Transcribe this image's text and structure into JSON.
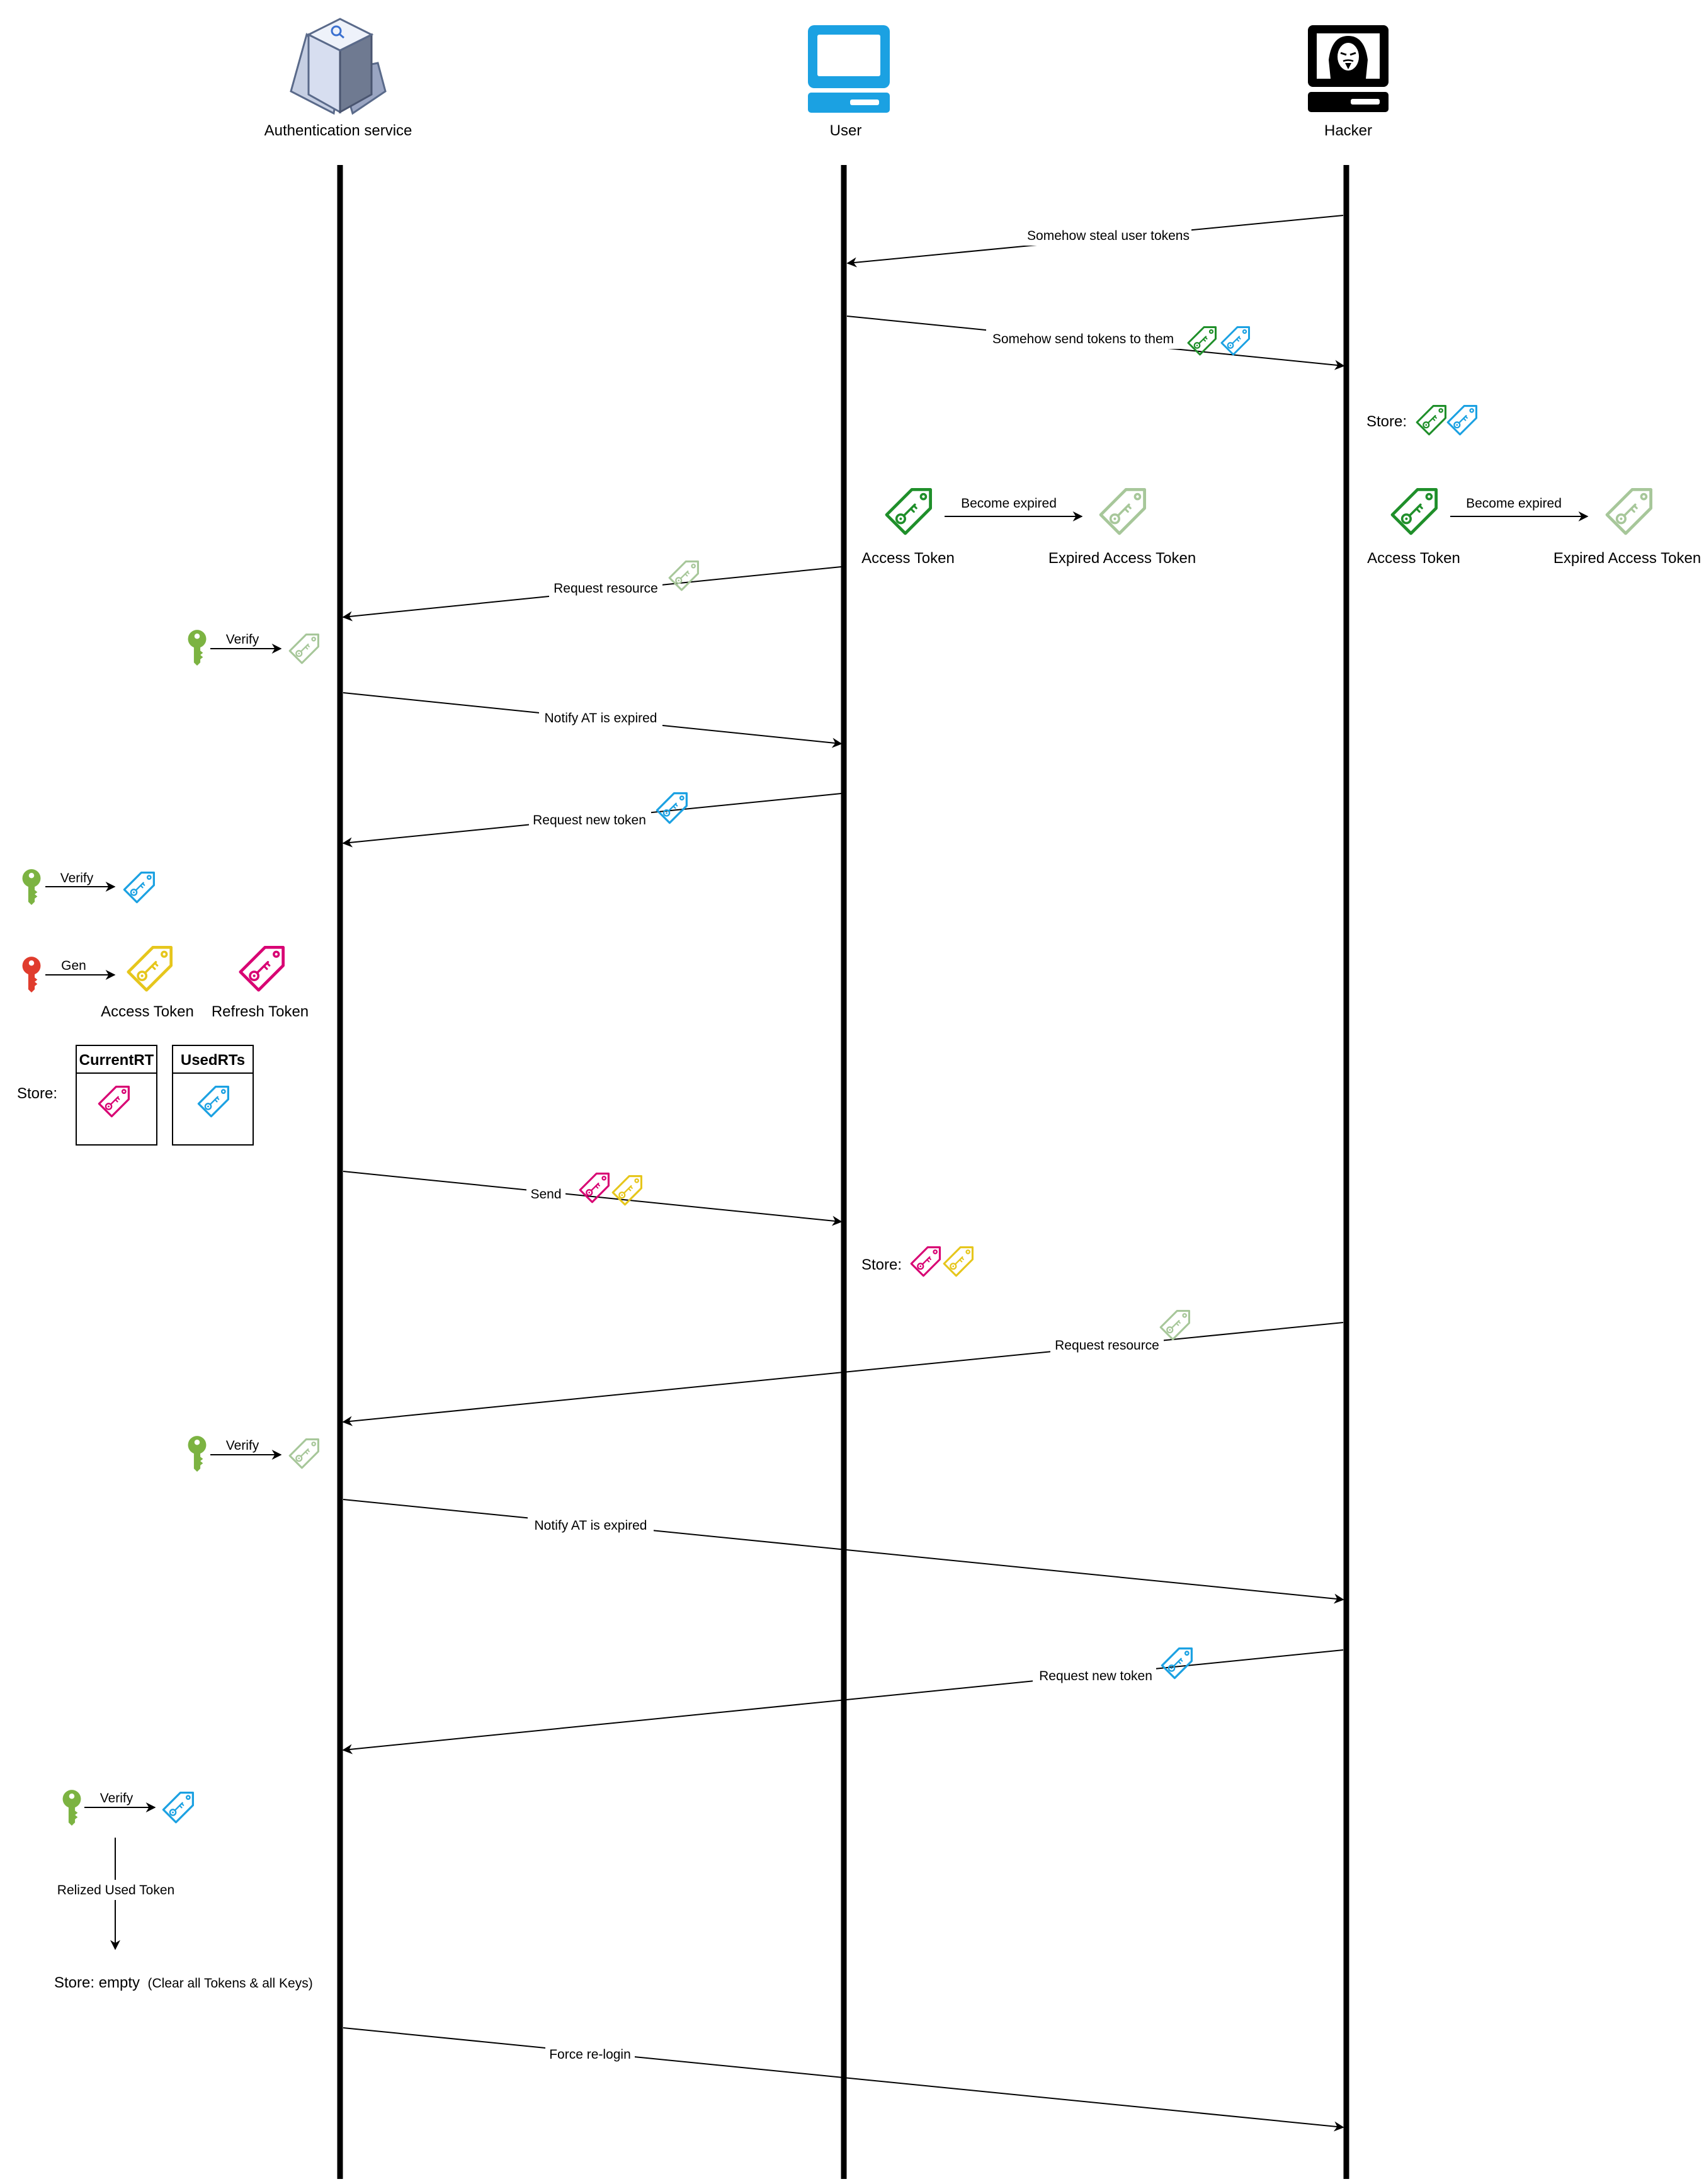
{
  "actors": {
    "auth": {
      "label": "Authentication service"
    },
    "user": {
      "label": "User"
    },
    "hacker": {
      "label": "Hacker"
    }
  },
  "colors": {
    "access_token_green": "#1f8f2a",
    "expired_token": "#a7c79a",
    "refresh_token_blue": "#1ba1e2",
    "key_green": "#7cb342",
    "key_red": "#e03c2d",
    "new_access_token_yellow": "#e6c61c",
    "new_refresh_token_pink": "#d80073",
    "user_monitor_blue": "#1ba1e2"
  },
  "icons": {
    "auth_service": "server-cube-icon",
    "user": "computer-icon",
    "hacker": "hacker-terminal-icon",
    "token": "tag-key-icon",
    "key": "key-icon"
  },
  "messages": {
    "steal": "Somehow steal user tokens",
    "send_to_them": "Somehow send tokens to them",
    "request_resource_1": "Request resource",
    "notify_expired_1": "Notify AT is expired",
    "request_new_token_1": "Request new token",
    "send": "Send",
    "request_resource_2": "Request resource",
    "notify_expired_2": "Notify AT is expired",
    "request_new_token_2": "Request new token",
    "force_relogin": "Force re-login"
  },
  "labels": {
    "store": "Store:",
    "become_expired": "Become expired",
    "access_token": "Access Token",
    "expired_access_token": "Expired Access Token",
    "verify": "Verify",
    "gen": "Gen",
    "refresh_token": "Refresh Token",
    "current_rt": "CurrentRT",
    "used_rts": "UsedRTs",
    "realized_used_token": "Relized Used Token",
    "store_empty": "Store: empty",
    "store_empty_note": "(Clear all Tokens & all Keys)"
  }
}
